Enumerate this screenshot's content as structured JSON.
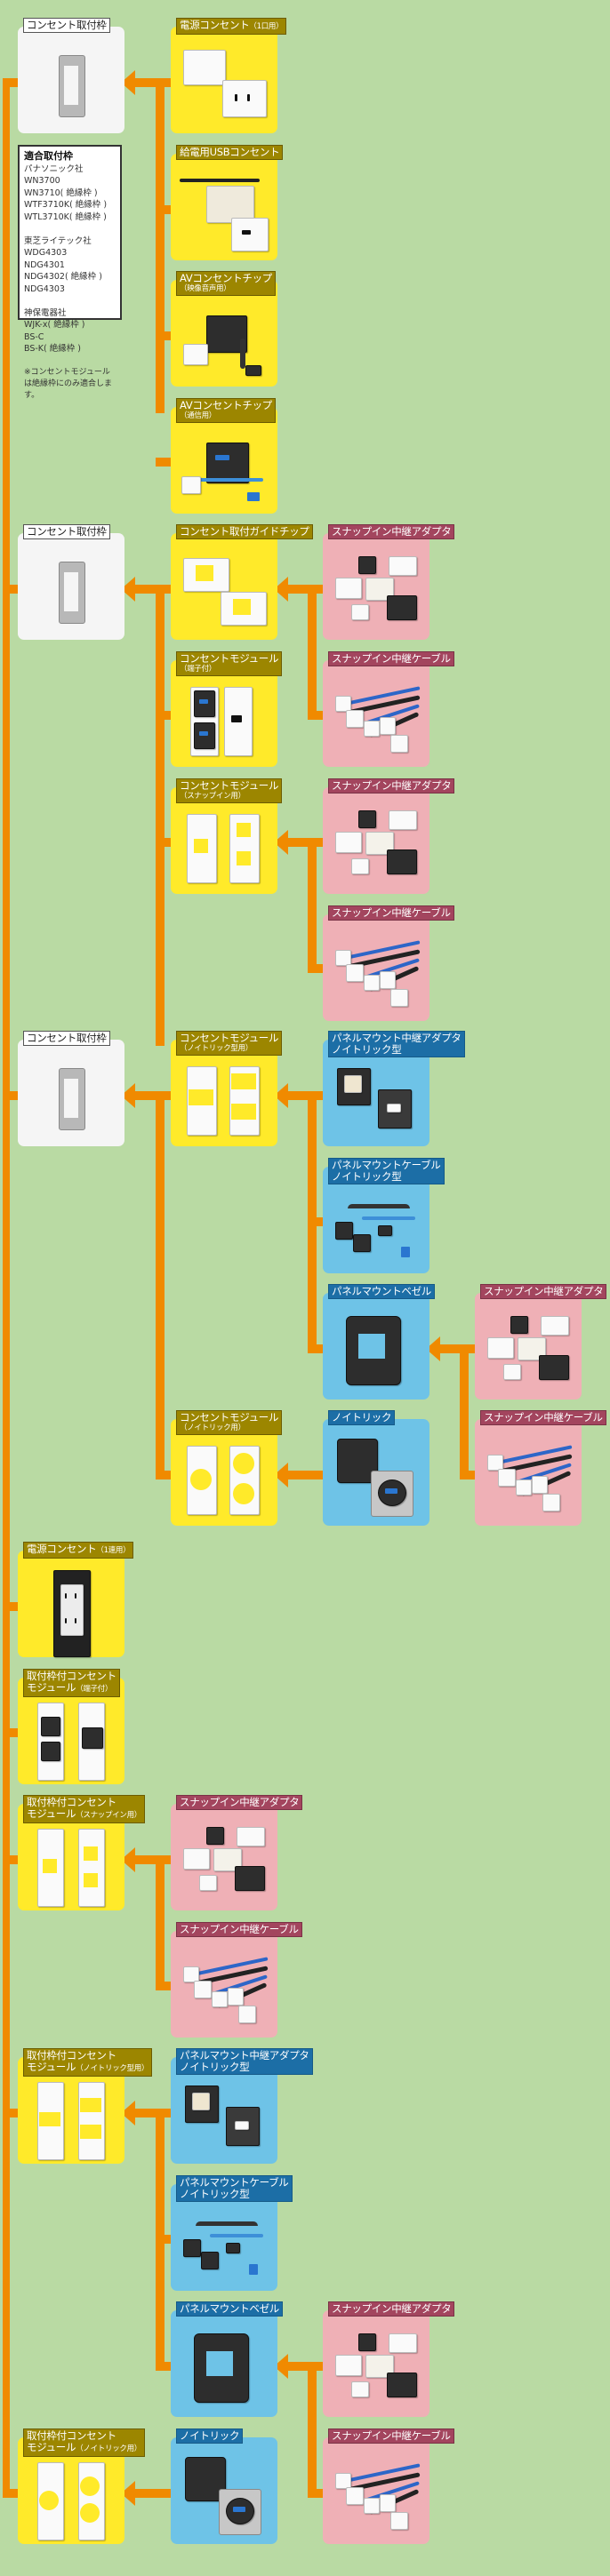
{
  "colors": {
    "background": "#b9daa3",
    "connector_line": "#f08a00",
    "frame_card": "#f5f5f5",
    "module_card": "#ffea2a",
    "snapin_card": "#efb0b6",
    "panelmount_card": "#6ec3e7"
  },
  "sections": [
    {
      "frame": {
        "label": "コンセント取付枠"
      },
      "items": [
        {
          "label": "電源コンセント",
          "sub": "（1口用）"
        },
        {
          "label": "給電用USBコンセント"
        },
        {
          "label": "AVコンセントチップ",
          "sub": "（映像音声用）"
        },
        {
          "label": "AVコンセントチップ",
          "sub": "（通信用）"
        }
      ]
    },
    {
      "frame": {
        "label": "コンセント取付枠"
      },
      "items": [
        {
          "label": "コンセント取付ガイドチップ"
        },
        {
          "label": "コンセントモジュール",
          "sub": "（端子付）"
        },
        {
          "label": "コンセントモジュール",
          "sub": "（スナップイン用）"
        }
      ],
      "accessories": [
        {
          "label": "スナップイン中継アダプタ"
        },
        {
          "label": "スナップイン中継ケーブル"
        },
        {
          "label": "スナップイン中継アダプタ"
        },
        {
          "label": "スナップイン中継ケーブル"
        }
      ]
    },
    {
      "frame": {
        "label": "コンセント取付枠"
      },
      "items": [
        {
          "label": "コンセントモジュール",
          "sub": "（ノイトリック型用）"
        },
        {
          "label": "コンセントモジュール",
          "sub": "（ノイトリック用）"
        }
      ],
      "panel_items": [
        {
          "label": "パネルマウント中継アダプタ",
          "line2": "ノイトリック型"
        },
        {
          "label": "パネルマウントケーブル",
          "line2": "ノイトリック型"
        },
        {
          "label": "パネルマウントベゼル"
        },
        {
          "label": "ノイトリック"
        }
      ],
      "accessories": [
        {
          "label": "スナップイン中継アダプタ"
        },
        {
          "label": "スナップイン中継ケーブル"
        }
      ]
    },
    {
      "items": [
        {
          "label": "電源コンセント",
          "sub": "（1連用）"
        },
        {
          "label": "取付枠付コンセント",
          "line2": "モジュール",
          "sub": "（端子付）"
        },
        {
          "label": "取付枠付コンセント",
          "line2": "モジュール",
          "sub": "（スナップイン用）"
        },
        {
          "label": "取付枠付コンセント",
          "line2": "モジュール",
          "sub": "（ノイトリック型用）"
        },
        {
          "label": "取付枠付コンセント",
          "line2": "モジュール",
          "sub": "（ノイトリック用）"
        }
      ],
      "accessories": [
        {
          "label": "スナップイン中継アダプタ"
        },
        {
          "label": "スナップイン中継ケーブル"
        },
        {
          "label": "スナップイン中継アダプタ"
        },
        {
          "label": "スナップイン中継ケーブル"
        }
      ],
      "panel_items": [
        {
          "label": "パネルマウント中継アダプタ",
          "line2": "ノイトリック型"
        },
        {
          "label": "パネルマウントケーブル",
          "line2": "ノイトリック型"
        },
        {
          "label": "パネルマウントベゼル"
        },
        {
          "label": "ノイトリック"
        }
      ]
    }
  ],
  "compatible_frames": {
    "title": "適合取付枠",
    "groups": [
      {
        "maker": "パナソニック社",
        "models": [
          "WN3700",
          "WN3710( 絶縁枠 )",
          "WTF3710K( 絶縁枠 )",
          "WTL3710K( 絶縁枠 )"
        ]
      },
      {
        "maker": "東芝ライテック社",
        "models": [
          "WDG4303",
          "NDG4301",
          "NDG4302( 絶縁枠 )",
          "NDG4303"
        ]
      },
      {
        "maker": "神保電器社",
        "models": [
          "WJK-x( 絶縁枠 )",
          "BS-C",
          "BS-K( 絶縁枠 )"
        ]
      }
    ],
    "note": "※コンセントモジュールは絶縁枠にのみ適合します。"
  }
}
